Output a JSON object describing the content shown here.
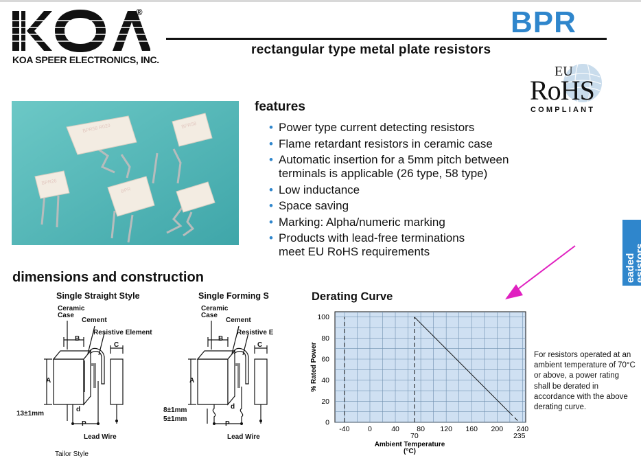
{
  "header": {
    "brand_logo_text": "KOA",
    "registered_mark": "®",
    "company_name": "KOA SPEER ELECTRONICS, INC.",
    "series": "BPR",
    "subtitle": "rectangular type metal plate resistors"
  },
  "rohs": {
    "eu": "EU",
    "main": "RoHS",
    "sub": "COMPLIANT"
  },
  "side_tab": {
    "line1": "eaded",
    "line2": "esistors"
  },
  "features": {
    "title": "features",
    "items": [
      "Power type current detecting resistors",
      "Flame retardant resistors in ceramic case",
      "Automatic insertion for a 5mm pitch between terminals is applicable (26 type, 58 type)",
      "Low inductance",
      "Space saving",
      "Marking: Alpha/numeric marking",
      "Products with lead-free terminations meet EU RoHS requirements"
    ]
  },
  "dimensions": {
    "title": "dimensions and construction",
    "straight": {
      "title": "Single Straight Style",
      "ceramic_case": [
        "Ceramic",
        "Case"
      ],
      "cement": "Cement",
      "resistive_element": "Resistive Element",
      "label_a": "A",
      "label_b": "B",
      "label_c": "C",
      "label_d": "d",
      "label_p": "P",
      "lead_dim": "13±1mm",
      "lead_wire": "Lead Wire"
    },
    "forming": {
      "title": "Single Forming S",
      "ceramic_case": [
        "Ceramic",
        "Case"
      ],
      "cement": "Cement",
      "resistive_element": "Resistive E",
      "label_a": "A",
      "label_b": "B",
      "label_c": "C",
      "label_d": "d",
      "label_p": "P",
      "dim_upper": "8±1mm",
      "dim_lower": "5±1mm",
      "lead_wire": "Lead Wire"
    },
    "cutoff_text": "Tailor Style"
  },
  "derating": {
    "title": "Derating Curve",
    "note": "For resistors operated at an ambient temperature of 70°C or above, a power rating shall be derated in accordance with the above derating curve."
  },
  "chart_data": {
    "type": "line",
    "title": "Derating Curve",
    "xlabel": "Ambient Temperature",
    "xunit": "(°C)",
    "ylabel": "% Rated Power",
    "x_ticks": [
      "-40",
      "0",
      "40",
      "80",
      "120",
      "160",
      "200",
      "240"
    ],
    "x_extra_ticks": [
      "70",
      "235"
    ],
    "y_ticks": [
      "0",
      "20",
      "40",
      "60",
      "80",
      "100"
    ],
    "xlim": [
      -55,
      245
    ],
    "ylim": [
      0,
      105
    ],
    "grid": true,
    "series": [
      {
        "style": "dashed",
        "x": [
          -40,
          -40
        ],
        "y": [
          0,
          100
        ]
      },
      {
        "style": "dashed",
        "x": [
          70,
          70
        ],
        "y": [
          0,
          100
        ]
      },
      {
        "style": "solid",
        "x": [
          70,
          220
        ],
        "y": [
          100,
          9
        ]
      },
      {
        "style": "dashed",
        "x": [
          220,
          235
        ],
        "y": [
          9,
          0
        ]
      }
    ],
    "colors": {
      "plot_bg": "#cfe0f2",
      "grid": "#6f8fb0",
      "line": "#111111"
    }
  },
  "annotation_arrow_color": "#e020c0"
}
